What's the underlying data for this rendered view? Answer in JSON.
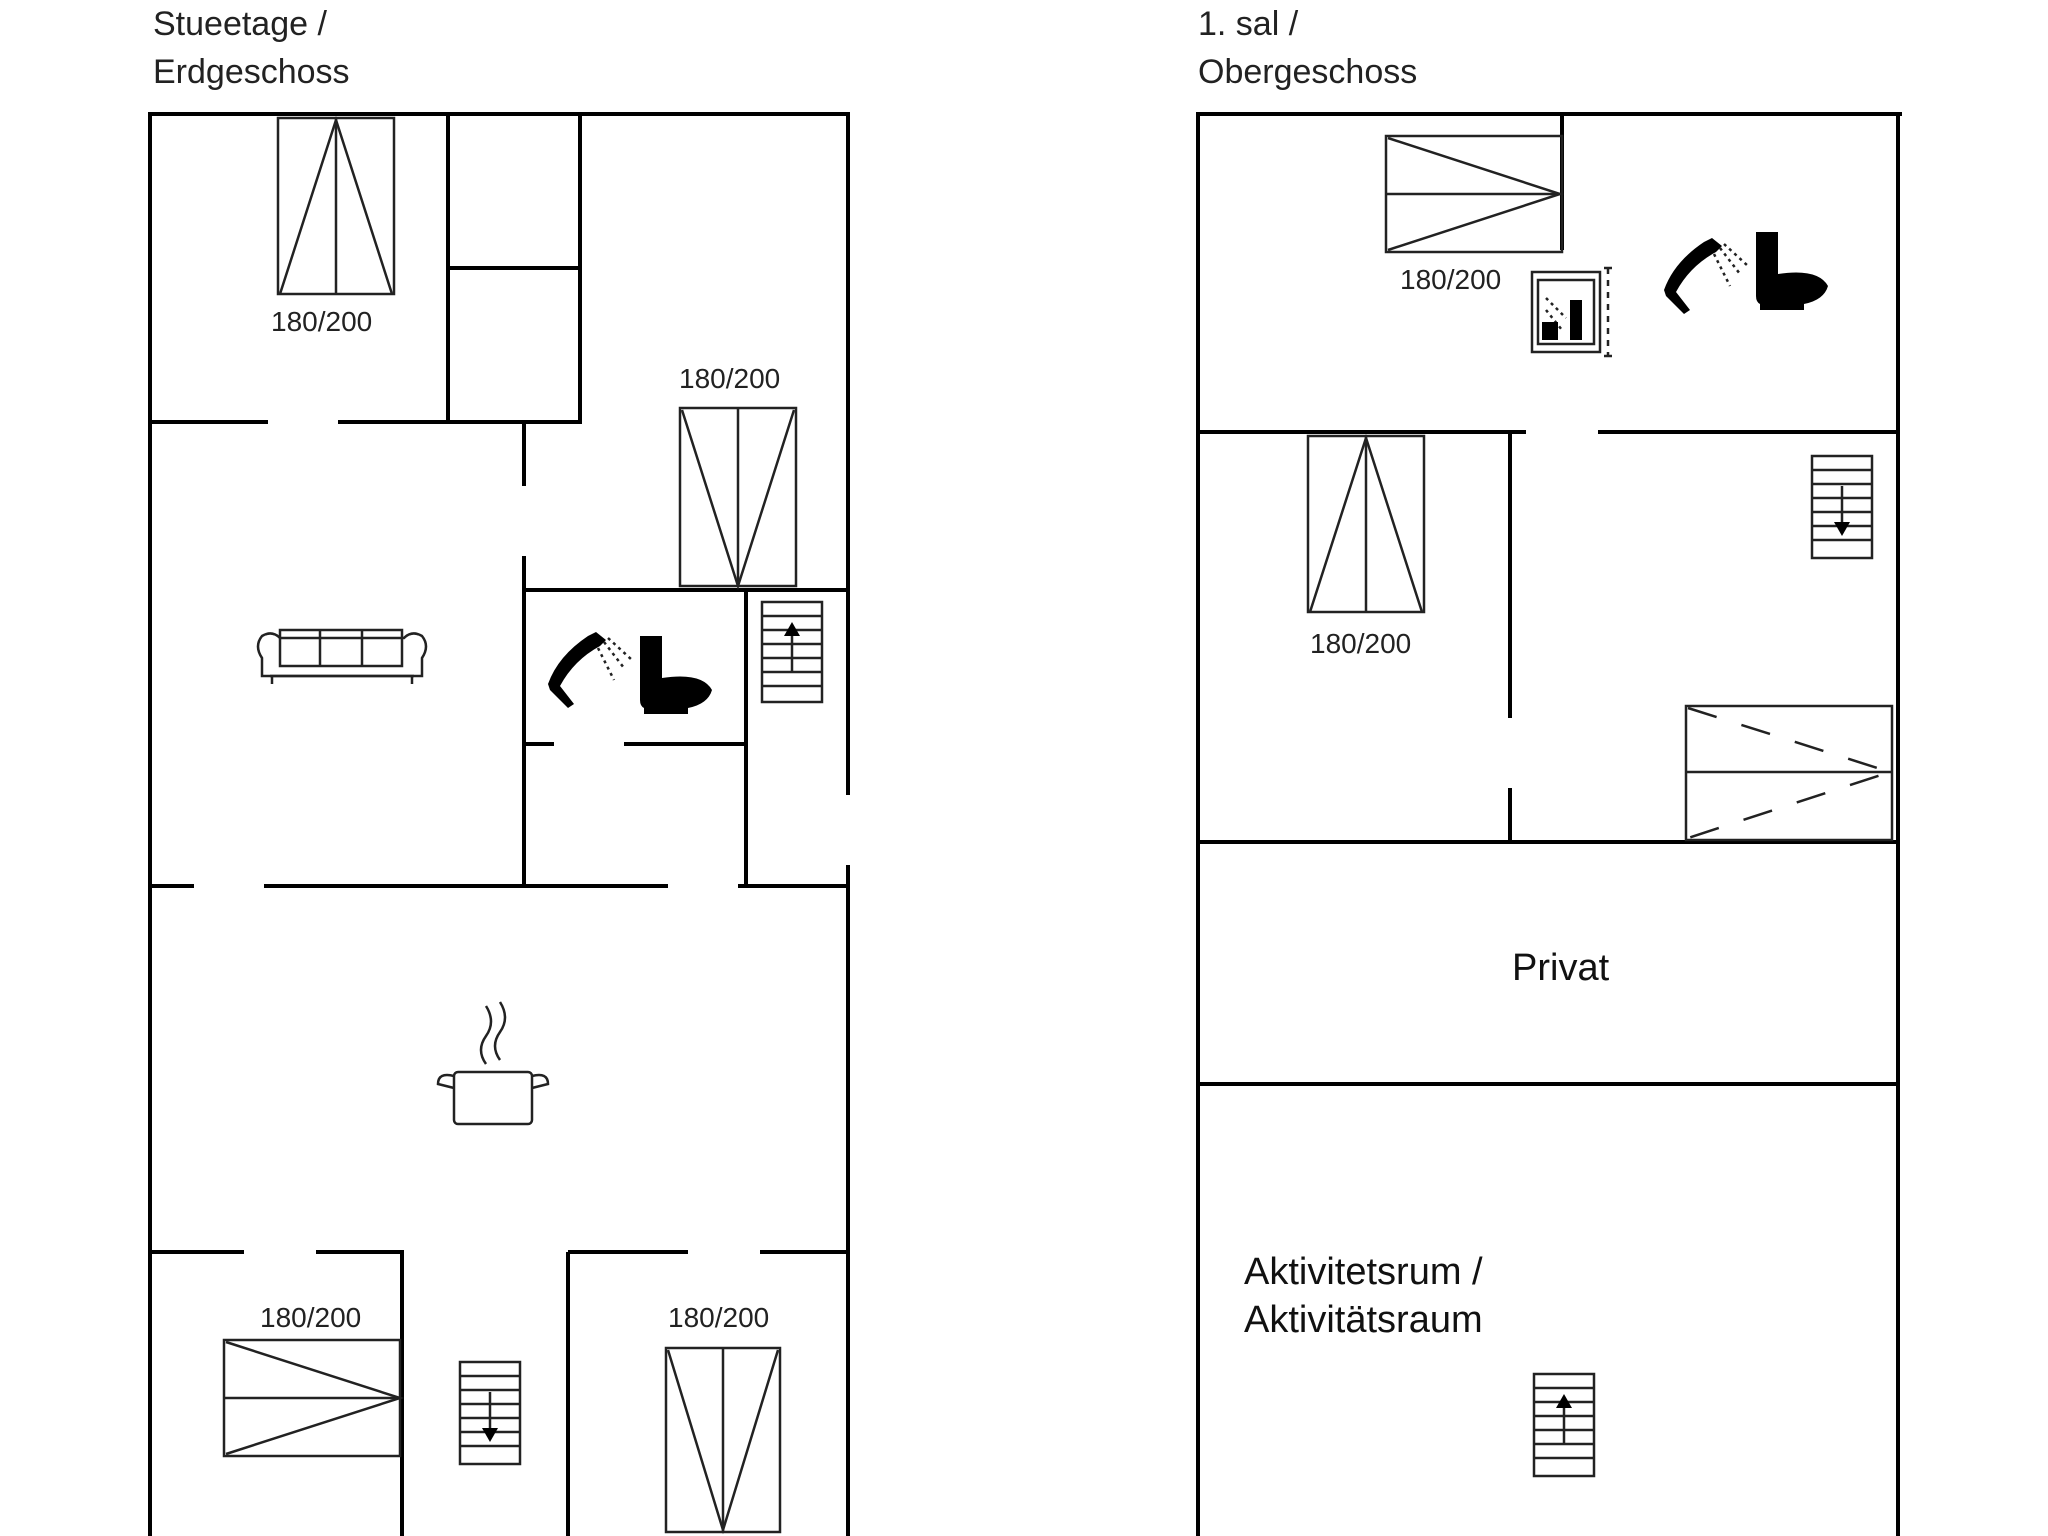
{
  "floors": {
    "ground": {
      "title_line1": "Stueetage /",
      "title_line2": "Erdgeschoss",
      "beds": [
        "180/200",
        "180/200",
        "180/200",
        "180/200"
      ],
      "icons": [
        "bed-icon",
        "sofa-icon",
        "shower-icon",
        "toilet-icon",
        "stairs-up-icon",
        "cooking-pot-icon",
        "stairs-down-icon"
      ]
    },
    "upper": {
      "title_line1": "1. sal /",
      "title_line2": "Obergeschoss",
      "beds": [
        "180/200",
        "180/200"
      ],
      "room_private": "Privat",
      "activity_line1": "Aktivitetsrum /",
      "activity_line2": "Aktivitätsraum",
      "icons": [
        "bed-icon",
        "shower-icon",
        "toilet-icon",
        "washing-machine-icon",
        "stairs-down-icon",
        "stairs-up-icon"
      ]
    }
  },
  "colors": {
    "line": "#000000",
    "background": "#ffffff"
  }
}
